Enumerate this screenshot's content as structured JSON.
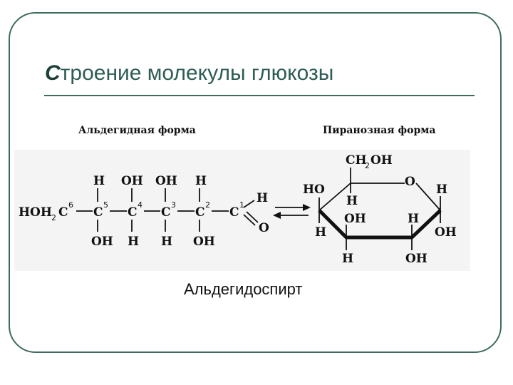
{
  "slide": {
    "title_first": "С",
    "title_rest": "троение молекулы глюкозы",
    "caption": "Альдегидоспирт"
  },
  "aldehyde_form": {
    "caption": "Альдегидная форма",
    "hoh2c": "HOH",
    "sub2": "2",
    "c": "C",
    "h": "H",
    "oh": "OH",
    "o": "O",
    "dash": "—",
    "n6": "6",
    "n5": "5",
    "n4": "4",
    "n3": "3",
    "n2": "2",
    "n1": "1"
  },
  "pyranose_form": {
    "caption": "Пиранозная форма",
    "ch": "CH",
    "sub2": "2",
    "oh": "OH",
    "ho": "HO",
    "h": "H",
    "o": "O"
  }
}
